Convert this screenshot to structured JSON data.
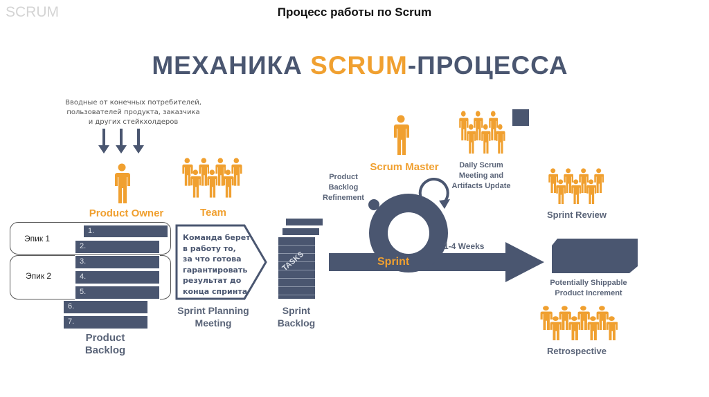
{
  "slide": {
    "corner_label": "SCRUM",
    "title": "Процесс работы по Scrum",
    "heading": {
      "part1": "МЕХАНИКА ",
      "part2": "SCRUM",
      "part3": "-ПРОЦЕССА"
    },
    "inputs_text": [
      "Вводные от конечных потребителей,",
      "пользователей продукта, заказчика",
      "и других стейкхолдеров"
    ],
    "product_owner": "Product Owner",
    "team": "Team",
    "epics": [
      "Эпик 1",
      "Эпик 2"
    ],
    "backlog_items": [
      "1.",
      "2.",
      "3.",
      "4.",
      "5.",
      "6.",
      "7."
    ],
    "product_backlog": [
      "Product",
      "Backlog"
    ],
    "planning_text": [
      "Команда берет",
      "в работу то,",
      "за что готова",
      "гарантировать",
      "результат до",
      "конца спринта"
    ],
    "sprint_planning": [
      "Sprint Planning",
      "Meeting"
    ],
    "tasks": "TASKS",
    "sprint_backlog": [
      "Sprint",
      "Backlog"
    ],
    "refinement": [
      "Product",
      "Backlog",
      "Refinement"
    ],
    "scrum_master": "Scrum Master",
    "daily_scrum": [
      "Daily Scrum",
      "Meeting and",
      "Artifacts Update"
    ],
    "sprint": "Sprint",
    "weeks": "1-4 Weeks",
    "sprint_review": "Sprint Review",
    "increment": [
      "Potentially Shippable",
      "Product Increment"
    ],
    "retrospective": "Retrospective"
  },
  "colors": {
    "slate": "#4a5670",
    "orange": "#f0a030"
  }
}
